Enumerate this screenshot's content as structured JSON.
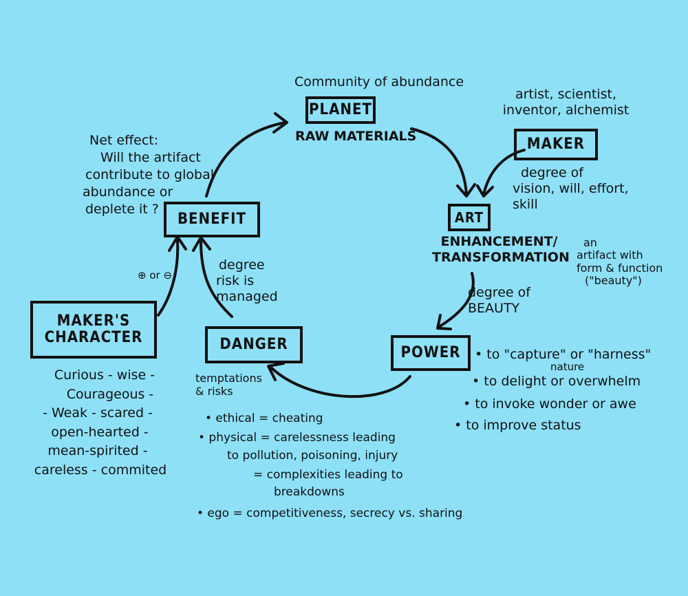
{
  "nodes": {
    "planet": "PLANET",
    "maker": "MAKER",
    "art": "ART",
    "power": "POWER",
    "danger": "DANGER",
    "benefit": "BENEFIT",
    "makers_character": [
      "MAKER'S",
      "CHARACTER"
    ]
  },
  "labels": {
    "community": "Community of abundance",
    "raw_materials": "RAW MATERIALS",
    "maker_roles": [
      "artist, scientist,",
      "inventor, alchemist"
    ],
    "maker_degree": [
      "degree of",
      "vision, will, effort,",
      "skill"
    ],
    "enhancement": [
      "ENHANCEMENT/",
      "TRANSFORMATION"
    ],
    "artifact": [
      "an",
      "artifact with",
      "form & function",
      "(\"beauty\")"
    ],
    "degree_beauty": [
      "degree of",
      "BEAUTY"
    ],
    "power_items": [
      "• to \"capture\" or \"harness\"",
      "nature",
      "• to delight or overwhelm",
      "• to invoke wonder or awe",
      "• to improve status"
    ],
    "risk_managed": [
      "degree",
      "risk is",
      "managed"
    ],
    "plus_minus": "⊕ or ⊖",
    "net_effect": [
      "Net effect:",
      "Will the artifact",
      "contribute to global",
      "abundance or",
      "deplete it ?"
    ],
    "temptations": [
      "temptations",
      "& risks"
    ],
    "risks": [
      "• ethical = cheating",
      "• physical = carelessness leading",
      "to pollution, poisoning, injury",
      "= complexities leading to",
      "breakdowns",
      "• ego = competitiveness, secrecy vs. sharing"
    ],
    "traits": [
      "Curious - wise -",
      "Courageous -",
      "- Weak - scared -",
      "open-hearted -",
      "mean-spirited -",
      "careless - commited"
    ]
  }
}
